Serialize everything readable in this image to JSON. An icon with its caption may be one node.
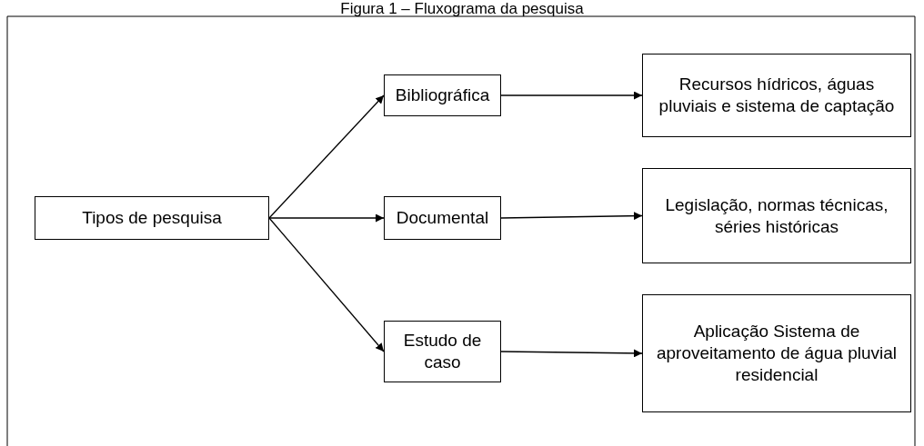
{
  "diagram": {
    "title": "Figura 1 – Fluxograma da pesquisa",
    "nodes": [
      {
        "text": [
          "Tipos de pesquisa"
        ]
      },
      {
        "text": [
          "Bibliográfica"
        ]
      },
      {
        "text": [
          "Documental"
        ]
      },
      {
        "text": [
          "Estudo de caso"
        ]
      },
      {
        "text": [
          "Recursos hídricos, águas pluviais e sistema de captação"
        ]
      },
      {
        "text": [
          "Legislação, normas técnicas, séries históricas"
        ]
      },
      {
        "text": [
          "Aplicação Sistema de aproveitamento de água pluvial residencial"
        ]
      }
    ],
    "edges": [
      {
        "from": 0,
        "to": 1,
        "arrow": "to"
      },
      {
        "from": 0,
        "to": 2,
        "arrow": "to"
      },
      {
        "from": 0,
        "to": 3,
        "arrow": "to"
      },
      {
        "from": 1,
        "to": 4,
        "arrow": "to"
      },
      {
        "from": 2,
        "to": 5,
        "arrow": "to"
      },
      {
        "from": 3,
        "to": 6,
        "arrow": "to"
      }
    ]
  }
}
